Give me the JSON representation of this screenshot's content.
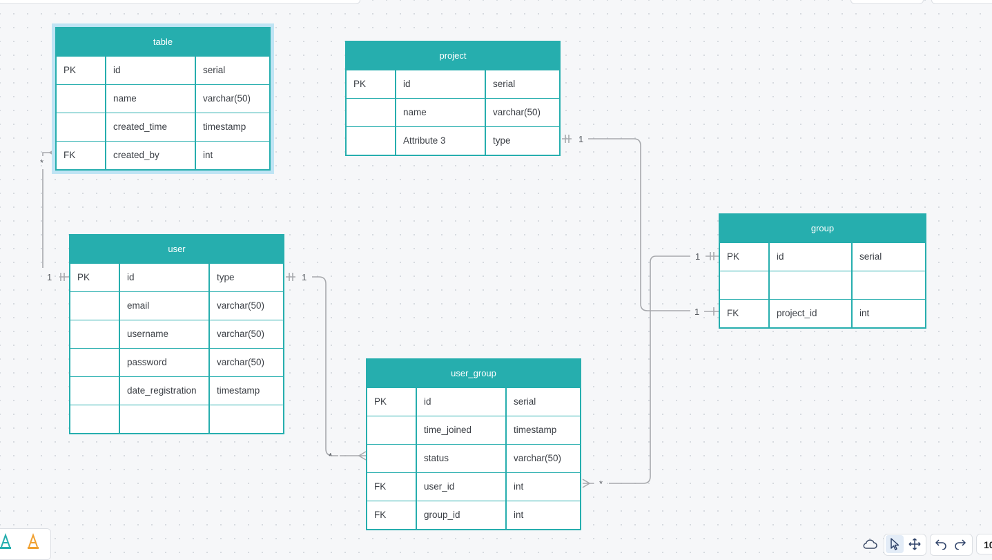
{
  "entities": [
    {
      "id": "table",
      "title": "table",
      "selected": true,
      "rows": [
        {
          "key": "PK",
          "name": "id",
          "type": "serial"
        },
        {
          "key": "",
          "name": "name",
          "type": "varchar(50)"
        },
        {
          "key": "",
          "name": "created_time",
          "type": "timestamp"
        },
        {
          "key": "FK",
          "name": "created_by",
          "type": "int"
        }
      ]
    },
    {
      "id": "project",
      "title": "project",
      "selected": false,
      "rows": [
        {
          "key": "PK",
          "name": "id",
          "type": "serial"
        },
        {
          "key": "",
          "name": "name",
          "type": "varchar(50)"
        },
        {
          "key": "",
          "name": "Attribute 3",
          "type": "type"
        }
      ]
    },
    {
      "id": "user",
      "title": "user",
      "selected": false,
      "rows": [
        {
          "key": "PK",
          "name": "id",
          "type": "type"
        },
        {
          "key": "",
          "name": "email",
          "type": "varchar(50)"
        },
        {
          "key": "",
          "name": "username",
          "type": "varchar(50)"
        },
        {
          "key": "",
          "name": "password",
          "type": "varchar(50)"
        },
        {
          "key": "",
          "name": "date_registration",
          "type": "timestamp"
        },
        {
          "key": "",
          "name": "",
          "type": ""
        }
      ]
    },
    {
      "id": "group",
      "title": "group",
      "selected": false,
      "rows": [
        {
          "key": "PK",
          "name": "id",
          "type": "serial"
        },
        {
          "key": "",
          "name": "",
          "type": ""
        },
        {
          "key": "FK",
          "name": "project_id",
          "type": "int"
        }
      ]
    },
    {
      "id": "user_group",
      "title": "user_group",
      "selected": false,
      "rows": [
        {
          "key": "PK",
          "name": "id",
          "type": "serial"
        },
        {
          "key": "",
          "name": "time_joined",
          "type": "timestamp"
        },
        {
          "key": "",
          "name": "status",
          "type": "varchar(50)"
        },
        {
          "key": "FK",
          "name": "user_id",
          "type": "int"
        },
        {
          "key": "FK",
          "name": "group_id",
          "type": "int"
        }
      ]
    }
  ],
  "relationships": [
    {
      "name": "user-to-table",
      "from_label": "1",
      "to_label": "*"
    },
    {
      "name": "user-to-user_group",
      "from_label": "1",
      "to_label": "*"
    },
    {
      "name": "project-to-group",
      "from_label": "1",
      "to_label": "1"
    },
    {
      "name": "group-to-user_group",
      "from_label": "1",
      "to_label": "*"
    }
  ],
  "toolbar": {
    "zoom": "10",
    "tools": [
      "cloud-icon",
      "select-pointer-icon",
      "move-icon",
      "undo-icon",
      "redo-icon"
    ]
  },
  "colors": {
    "entity_accent": "#26aeae",
    "selection": "#bfe4f4",
    "connector": "#a7a9ad"
  }
}
